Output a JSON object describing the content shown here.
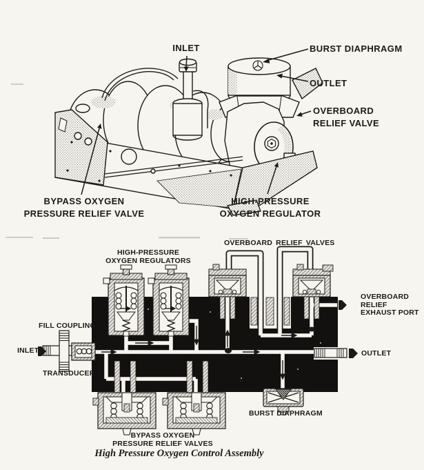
{
  "colors": {
    "paper": "#f6f5f0",
    "ink": "#1b1a17"
  },
  "figure_top": {
    "labels": {
      "inlet": "INLET",
      "burst_diaphragm": "BURST DIAPHRAGM",
      "outlet": "OUTLET",
      "overboard_relief_valve_1": "OVERBOARD",
      "overboard_relief_valve_2": "RELIEF VALVE",
      "bypass_1": "BYPASS OXYGEN",
      "bypass_2": "PRESSURE RELIEF VALVE",
      "regulator_1": "HIGH-PRESSURE",
      "regulator_2": "OXYGEN REGULATOR"
    }
  },
  "figure_bottom": {
    "labels": {
      "regulators_1": "HIGH-PRESSURE",
      "regulators_2": "OXYGEN REGULATORS",
      "overboard_relief_valves": "OVERBOARD RELIEF VALVES",
      "exhaust_1": "OVERBOARD",
      "exhaust_2": "RELIEF",
      "exhaust_3": "EXHAUST PORT",
      "fill_coupling": "FILL COUPLING",
      "inlet": "INLET",
      "transducer": "TRANSDUCER",
      "outlet": "OUTLET",
      "burst_diaphragm": "BURST DIAPHRAGM",
      "bypass_1": "BYPASS OXYGEN",
      "bypass_2": "PRESSURE RELIEF VALVES"
    },
    "caption": "High Pressure Oxygen Control Assembly"
  }
}
